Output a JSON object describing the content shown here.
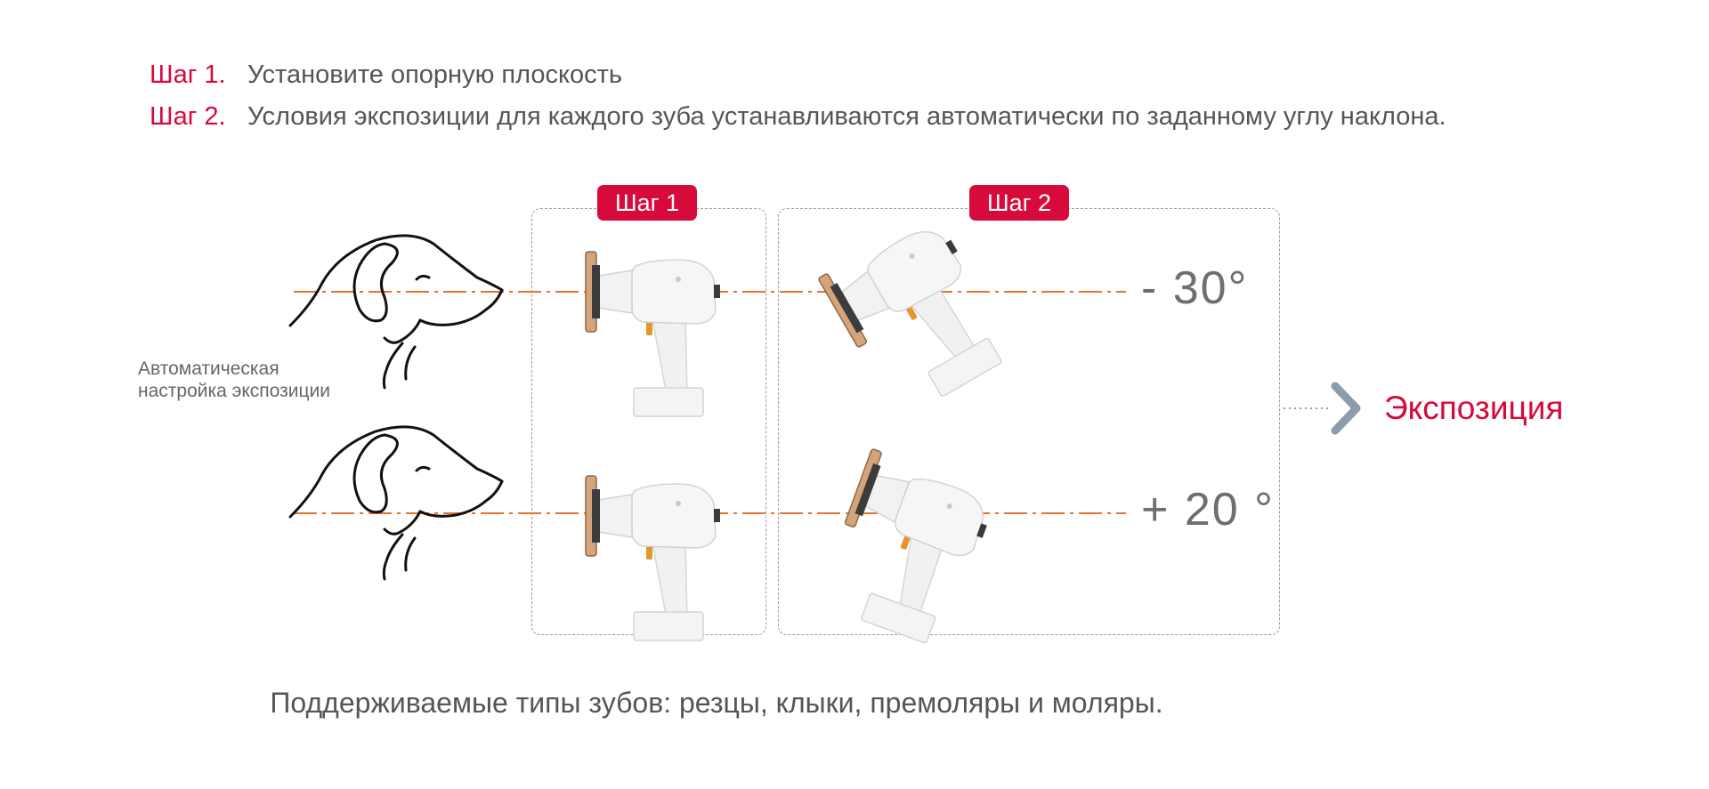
{
  "steps": [
    {
      "label": "Шаг 1.",
      "text": "Установите опорную плоскость"
    },
    {
      "label": "Шаг 2.",
      "text": "Условия экспозиции для каждого зуба устанавливаются автоматически по заданному углу наклона."
    }
  ],
  "badges": {
    "step1": "Шаг 1",
    "step2": "Шаг 2"
  },
  "angles": {
    "top": "- 30°",
    "bottom": "+ 20 °"
  },
  "side_label": "Автоматическая\nнастройка экспозиции",
  "exposure_label": "Экспозиция",
  "footer": "Поддерживаемые типы зубов: резцы, клыки, премоляры и моляры.",
  "colors": {
    "accent_red": "#d80a3c",
    "guide_orange": "#e8732c",
    "arrow_gray": "#8d9bab"
  },
  "icons": [
    "dog-head-icon",
    "xray-device-icon",
    "chevron-right-icon"
  ]
}
